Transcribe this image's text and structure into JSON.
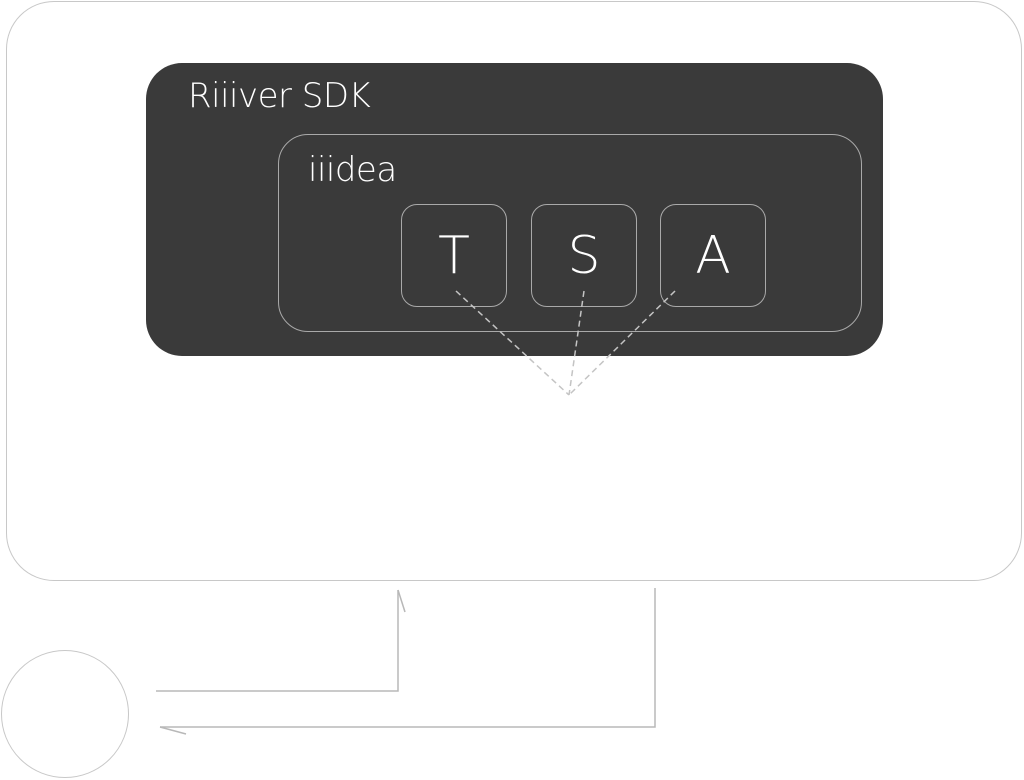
{
  "diagram": {
    "sdk": {
      "label": "Riiiver SDK"
    },
    "idea": {
      "label": "iiidea"
    },
    "pieces": [
      {
        "letter": "T"
      },
      {
        "letter": "S"
      },
      {
        "letter": "A"
      }
    ],
    "colors": {
      "outer_border": "#c8c8c8",
      "sdk_fill": "#3a3a3a",
      "inner_border": "#a9a9a9",
      "text": "#ffffff",
      "connector": "#b0b0b0"
    }
  }
}
